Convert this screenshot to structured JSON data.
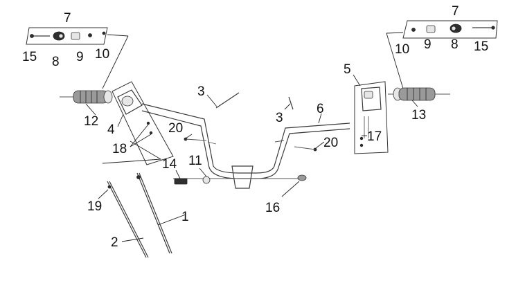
{
  "callouts": {
    "c1": "1",
    "c2": "2",
    "c3a": "3",
    "c3b": "3",
    "c4": "4",
    "c5": "5",
    "c6": "6",
    "c7a": "7",
    "c7b": "7",
    "c8a": "8",
    "c8b": "8",
    "c9a": "9",
    "c9b": "9",
    "c10a": "10",
    "c10b": "10",
    "c11": "11",
    "c12": "12",
    "c13": "13",
    "c14": "14",
    "c15a": "15",
    "c15b": "15",
    "c16": "16",
    "c17": "17",
    "c18": "18",
    "c19": "19",
    "c20a": "20",
    "c20b": "20"
  }
}
